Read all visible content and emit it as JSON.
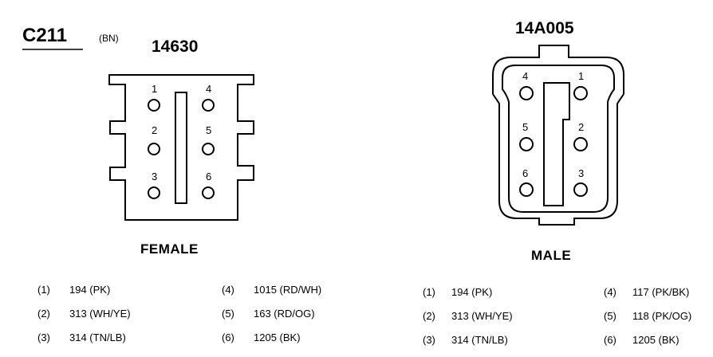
{
  "connector": {
    "id": "C211",
    "color_code": "(BN)"
  },
  "female": {
    "part_number": "14630",
    "label": "FEMALE",
    "pins": [
      "1",
      "2",
      "3",
      "4",
      "5",
      "6"
    ],
    "wires": [
      {
        "pin": "(1)",
        "desc": "194 (PK)"
      },
      {
        "pin": "(2)",
        "desc": "313 (WH/YE)"
      },
      {
        "pin": "(3)",
        "desc": "314 (TN/LB)"
      },
      {
        "pin": "(4)",
        "desc": "1015 (RD/WH)"
      },
      {
        "pin": "(5)",
        "desc": "163 (RD/OG)"
      },
      {
        "pin": "(6)",
        "desc": "1205 (BK)"
      }
    ]
  },
  "male": {
    "part_number": "14A005",
    "label": "MALE",
    "pins": [
      "1",
      "2",
      "3",
      "4",
      "5",
      "6"
    ],
    "wires": [
      {
        "pin": "(1)",
        "desc": "194 (PK)"
      },
      {
        "pin": "(2)",
        "desc": "313 (WH/YE)"
      },
      {
        "pin": "(3)",
        "desc": "314 (TN/LB)"
      },
      {
        "pin": "(4)",
        "desc": "117 (PK/BK)"
      },
      {
        "pin": "(5)",
        "desc": "118 (PK/OG)"
      },
      {
        "pin": "(6)",
        "desc": "1205 (BK)"
      }
    ]
  }
}
